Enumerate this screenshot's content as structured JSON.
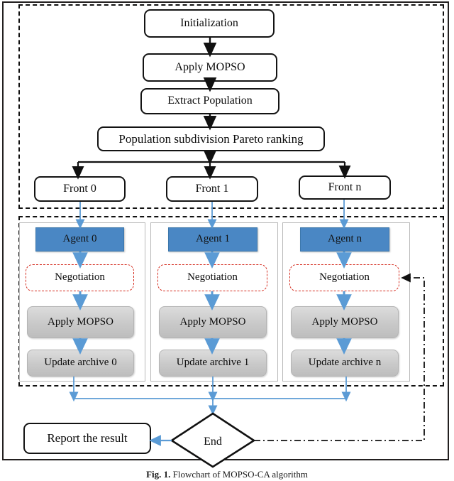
{
  "figure": {
    "caption_label": "Fig. 1.",
    "caption_text": "Flowchart of MOPSO-CA algorithm"
  },
  "colors": {
    "agent_fill": "#4a87c4",
    "negotiation_border": "#d52b1e",
    "process_fill": "#c9c9c9",
    "arrow_blue": "#5b9bd5",
    "arrow_black": "#111111",
    "frame_black": "#221f1f"
  },
  "top_section": {
    "nodes": [
      {
        "label": "Initialization"
      },
      {
        "label": "Apply MOPSO"
      },
      {
        "label": "Extract Population"
      },
      {
        "label": "Population subdivision Pareto ranking"
      }
    ],
    "fronts": [
      {
        "label": "Front 0"
      },
      {
        "label": "Front 1"
      },
      {
        "label": "Front n"
      }
    ]
  },
  "agent_section": {
    "columns": [
      {
        "agent_label": "Agent 0",
        "negotiation_label": "Negotiation",
        "apply_label": "Apply MOPSO",
        "update_label": "Update archive 0"
      },
      {
        "agent_label": "Agent 1",
        "negotiation_label": "Negotiation",
        "apply_label": "Apply MOPSO",
        "update_label": "Update archive 1"
      },
      {
        "agent_label": "Agent n",
        "negotiation_label": "Negotiation",
        "apply_label": "Apply MOPSO",
        "update_label": "Update archive n"
      }
    ]
  },
  "bottom_section": {
    "end_label": "End",
    "report_label": "Report the result"
  }
}
